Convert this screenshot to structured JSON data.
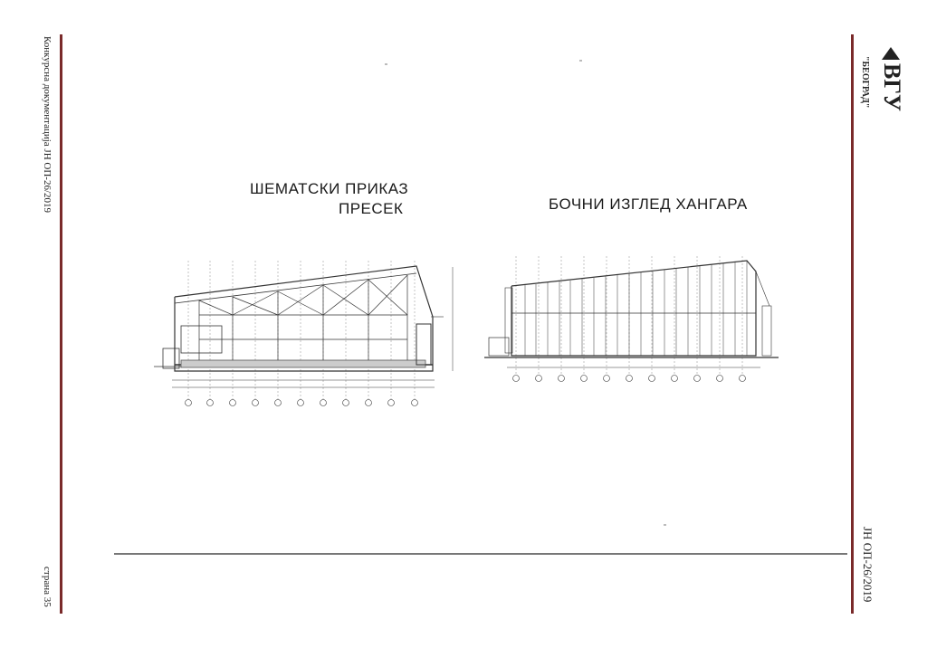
{
  "left_margin": {
    "doc_ref": "Конкурсна документација ЈН ОП-26/2019",
    "page": "страна 35"
  },
  "right_margin": {
    "logo_mark": "ВГУ",
    "logo_city": "\"БЕОГРАД\"",
    "doc_code": "ЈН ОП-26/2019"
  },
  "drawing_left": {
    "title_line1": "ШЕМАТСКИ ПРИКАЗ",
    "title_line2": "ПРЕСЕК"
  },
  "drawing_right": {
    "title": "БОЧНИ ИЗГЛЕД ХАНГАРА"
  },
  "colors": {
    "margin_rule": "#7a2a2a",
    "drawing_ink": "#333333"
  }
}
